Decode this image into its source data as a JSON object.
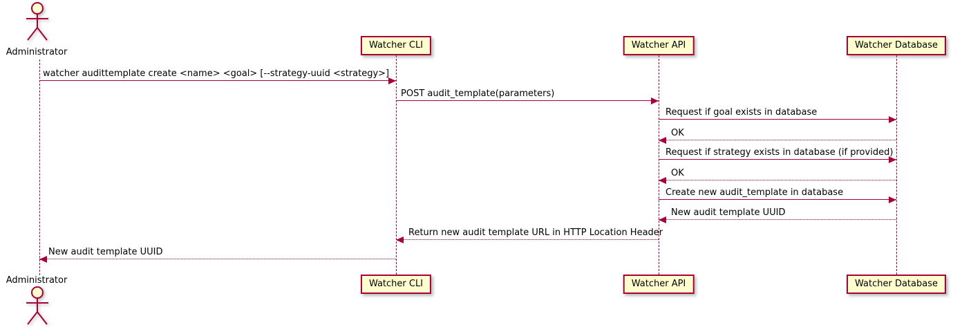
{
  "diagram_type": "sequence",
  "colors": {
    "accent": "#A80036",
    "participant_fill": "#FEFECE",
    "text": "#000000",
    "background": "#FFFFFF"
  },
  "participants": [
    {
      "name": "Administrator",
      "type": "actor"
    },
    {
      "name": "Watcher CLI",
      "type": "participant"
    },
    {
      "name": "Watcher API",
      "type": "participant"
    },
    {
      "name": "Watcher Database",
      "type": "participant"
    }
  ],
  "messages": [
    {
      "from": "Administrator",
      "to": "Watcher CLI",
      "line": "solid",
      "text": "watcher audittemplate create <name> <goal> [--strategy-uuid <strategy>]"
    },
    {
      "from": "Watcher CLI",
      "to": "Watcher API",
      "line": "solid",
      "text": "POST audit_template(parameters)"
    },
    {
      "from": "Watcher API",
      "to": "Watcher Database",
      "line": "solid",
      "text": "Request if goal exists in database"
    },
    {
      "from": "Watcher Database",
      "to": "Watcher API",
      "line": "dotted",
      "text": "OK"
    },
    {
      "from": "Watcher API",
      "to": "Watcher Database",
      "line": "solid",
      "text": "Request if strategy exists in database (if provided)"
    },
    {
      "from": "Watcher Database",
      "to": "Watcher API",
      "line": "dotted",
      "text": "OK"
    },
    {
      "from": "Watcher API",
      "to": "Watcher Database",
      "line": "solid",
      "text": "Create new audit_template in database"
    },
    {
      "from": "Watcher Database",
      "to": "Watcher API",
      "line": "dotted",
      "text": "New audit template UUID"
    },
    {
      "from": "Watcher API",
      "to": "Watcher CLI",
      "line": "dotted",
      "text": "Return new audit template URL in HTTP Location Header"
    },
    {
      "from": "Watcher CLI",
      "to": "Administrator",
      "line": "dotted",
      "text": "New audit template UUID"
    }
  ]
}
